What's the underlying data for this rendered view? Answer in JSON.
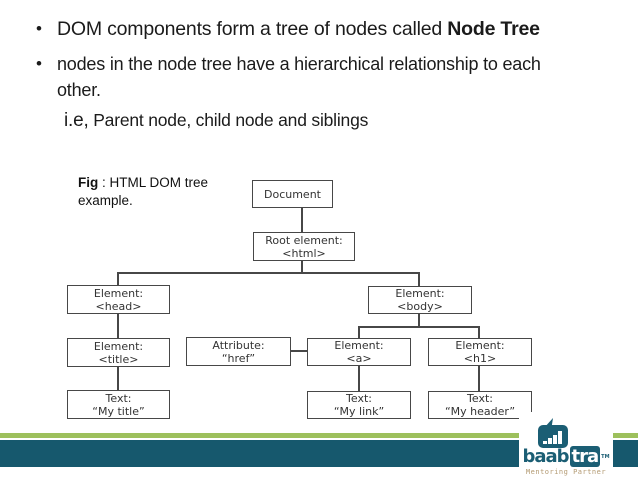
{
  "content": {
    "bullet_marker": "•",
    "bullet1_text": "DOM components form a tree of nodes called ",
    "bullet1_bold": "Node Tree",
    "bullet2_text": "nodes in the node tree have a hierarchical relationship to each other.",
    "note_prefix": "i.e,",
    "note_text": " Parent node, child node and siblings",
    "fig_bold": "Fig",
    "fig_text": " : HTML DOM tree example."
  },
  "diagram": {
    "nodes": {
      "document": {
        "line1": "Document"
      },
      "root": {
        "line1": "Root element:",
        "line2": "<html>"
      },
      "head": {
        "line1": "Element:",
        "line2": "<head>"
      },
      "body": {
        "line1": "Element:",
        "line2": "<body>"
      },
      "title": {
        "line1": "Element:",
        "line2": "<title>"
      },
      "attr": {
        "line1": "Attribute:",
        "line2": "“href”"
      },
      "a": {
        "line1": "Element:",
        "line2": "<a>"
      },
      "h1": {
        "line1": "Element:",
        "line2": "<h1>"
      },
      "text_title": {
        "line1": "Text:",
        "line2": "“My title”"
      },
      "text_link": {
        "line1": "Text:",
        "line2": "“My link”"
      },
      "text_header": {
        "line1": "Text:",
        "line2": "“My header”"
      }
    },
    "edges": [
      [
        "document",
        "root"
      ],
      [
        "root",
        "head"
      ],
      [
        "root",
        "body"
      ],
      [
        "head",
        "title"
      ],
      [
        "title",
        "text_title"
      ],
      [
        "body",
        "a"
      ],
      [
        "body",
        "h1"
      ],
      [
        "attr",
        "a"
      ],
      [
        "a",
        "text_link"
      ],
      [
        "h1",
        "text_header"
      ]
    ]
  },
  "footer": {
    "brand_first": "baab",
    "brand_last": "tra",
    "trademark": "TM",
    "tagline": "Mentoring Partner",
    "colors": {
      "accent_green": "#9dc05c",
      "accent_teal": "#16586d",
      "logo_teal": "#1b5e74",
      "tagline_tan": "#b39a72"
    }
  }
}
